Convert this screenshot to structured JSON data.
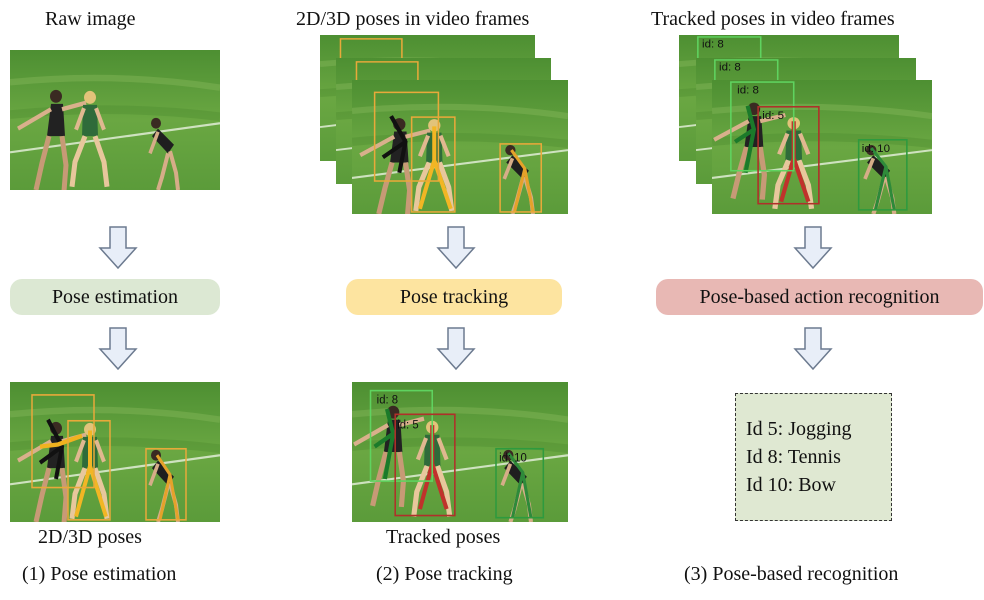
{
  "columns": [
    {
      "top_title": "Raw image",
      "stage_label": "Pose estimation",
      "bottom_caption": "2D/3D poses",
      "step_label": "(1) Pose estimation"
    },
    {
      "top_title": "2D/3D poses in video frames",
      "stage_label": "Pose tracking",
      "bottom_caption": "Tracked poses",
      "step_label": "(2) Pose tracking"
    },
    {
      "top_title": "Tracked poses in video frames",
      "stage_label": "Pose-based action recognition",
      "step_label": "(3) Pose-based recognition"
    }
  ],
  "track_ids": {
    "id8": "id: 8",
    "id5": "id: 5",
    "id10": "id: 10"
  },
  "recognition_results": [
    "Id 5: Jogging",
    "Id 8: Tennis",
    "Id 10: Bow"
  ],
  "colors": {
    "stage1_fill": "#dce8d3",
    "stage2_fill": "#fde4a0",
    "stage3_fill": "#e8b8b4",
    "result_fill": "#dfe8d2",
    "arrow_fill": "#e8eef8",
    "arrow_stroke": "#6c7a8f",
    "grass": "#5e9a3a",
    "box_orange": "#e8a93a",
    "box_red": "#b0302a",
    "box_green": "#2e9a3e",
    "box_lightgreen": "#5fd35f"
  }
}
